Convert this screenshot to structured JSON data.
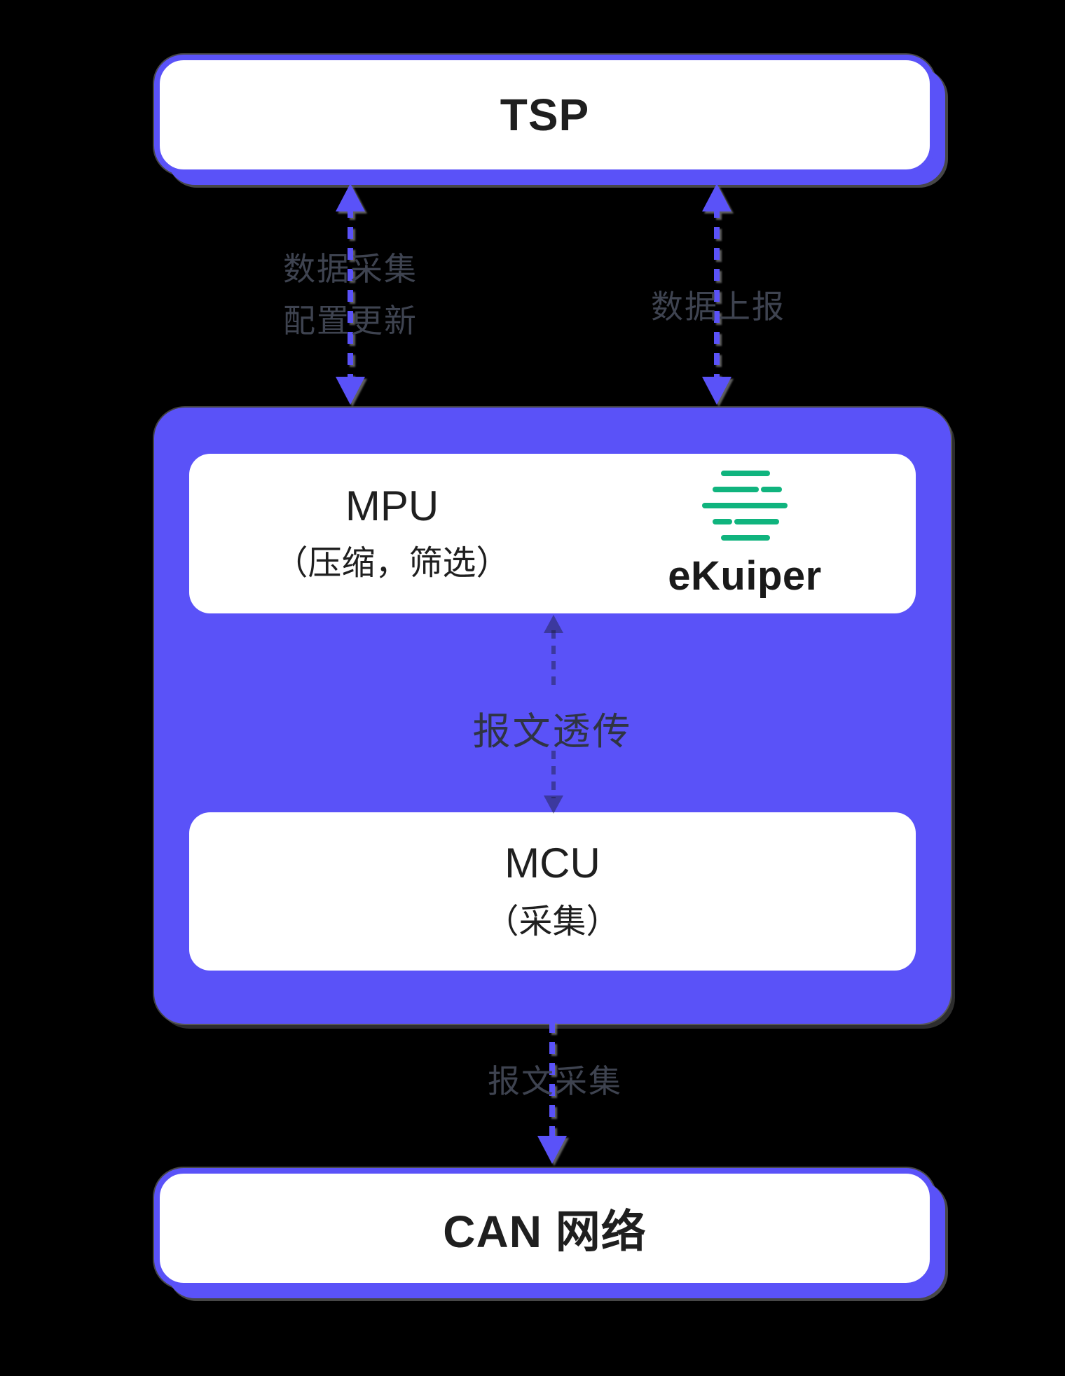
{
  "colors": {
    "purple": "#5a52f8",
    "green": "#10b47e",
    "ink": "#1f1f1f",
    "label": "#3e4350",
    "passthrough": "#2f3443",
    "bg": "#000000",
    "white": "#ffffff"
  },
  "nodes": {
    "tsp": {
      "label": "TSP"
    },
    "gateway": {
      "mpu": {
        "title": "MPU",
        "subtitle": "（压缩，筛选）"
      },
      "ekuiper": {
        "label": "eKuiper",
        "icon": "ekuiper-logo-icon"
      },
      "passthrough_label": "报文透传",
      "mcu": {
        "title": "MCU",
        "subtitle": "（采集）"
      }
    },
    "can": {
      "label": "CAN 网络"
    }
  },
  "edges": {
    "config": {
      "line1": "数据采集",
      "line2": "配置更新",
      "direction": "both"
    },
    "upload": {
      "label": "数据上报",
      "direction": "both"
    },
    "collect": {
      "label": "报文采集",
      "direction": "down"
    }
  }
}
